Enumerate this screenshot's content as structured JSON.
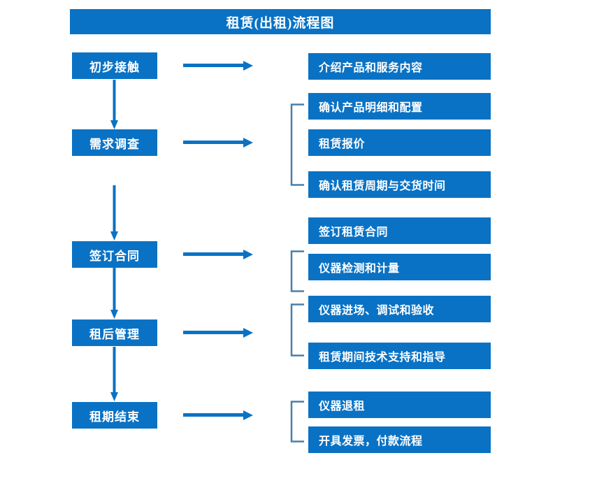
{
  "title": "租赁(出租)流程图",
  "colors": {
    "box_blue": "#0a72c4",
    "bracket_blue": "#4a7fa8",
    "arrow_blue": "#0a72c4",
    "text_white": "#ffffff",
    "background": "#ffffff"
  },
  "stages": [
    {
      "label": "初步接触"
    },
    {
      "label": "需求调查"
    },
    {
      "label": "签订合同"
    },
    {
      "label": "租后管理"
    },
    {
      "label": "租期结束"
    }
  ],
  "details": [
    {
      "label": "介绍产品和服务内容"
    },
    {
      "label": "确认产品明细和配置"
    },
    {
      "label": "租赁报价"
    },
    {
      "label": "确认租赁周期与交货时间"
    },
    {
      "label": "签订租赁合同"
    },
    {
      "label": "仪器检测和计量"
    },
    {
      "label": "仪器进场、调试和验收"
    },
    {
      "label": "租赁期间技术支持和指导"
    },
    {
      "label": "仪器退租"
    },
    {
      "label": "开具发票，付款流程"
    }
  ],
  "connectors": {
    "vertical_arrow_count": 4,
    "horizontal_arrow_count": 5,
    "bracket_count": 4
  }
}
